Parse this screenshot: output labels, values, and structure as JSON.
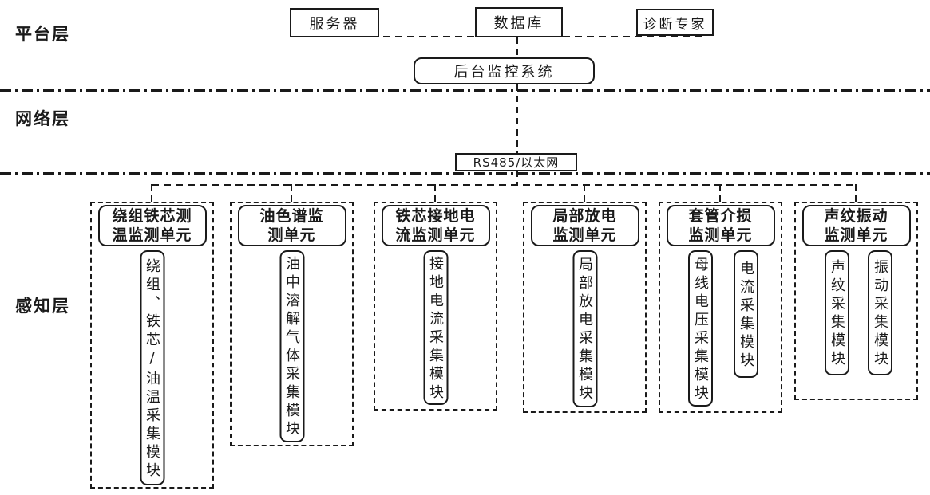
{
  "diagram_type": "layered-architecture",
  "layers": {
    "platform": {
      "label": "平台层"
    },
    "network": {
      "label": "网络层"
    },
    "perception": {
      "label": "感知层"
    }
  },
  "platform_nodes": {
    "server": "服务器",
    "database": "数据库",
    "expert": "诊断专家",
    "backend_system": "后台监控系统"
  },
  "network_nodes": {
    "bus": "RS485/以太网"
  },
  "units": [
    {
      "title_lines": [
        "绕组铁芯测",
        "温监测单元"
      ],
      "modules": [
        "绕组、铁芯/油温采集模块"
      ]
    },
    {
      "title_lines": [
        "油色谱监",
        "测单元"
      ],
      "modules": [
        "油中溶解气体采集模块"
      ]
    },
    {
      "title_lines": [
        "铁芯接地电",
        "流监测单元"
      ],
      "modules": [
        "接地电流采集模块"
      ]
    },
    {
      "title_lines": [
        "局部放电",
        "监测单元"
      ],
      "modules": [
        "局部放电采集模块"
      ]
    },
    {
      "title_lines": [
        "套管介损",
        "监测单元"
      ],
      "modules": [
        "母线电压采集模块",
        "电流采集模块"
      ]
    },
    {
      "title_lines": [
        "声纹振动",
        "监测单元"
      ],
      "modules": [
        "声纹采集模块",
        "振动采集模块"
      ]
    }
  ],
  "colors": {
    "ink": "#1a1a1a",
    "background": "#ffffff"
  }
}
